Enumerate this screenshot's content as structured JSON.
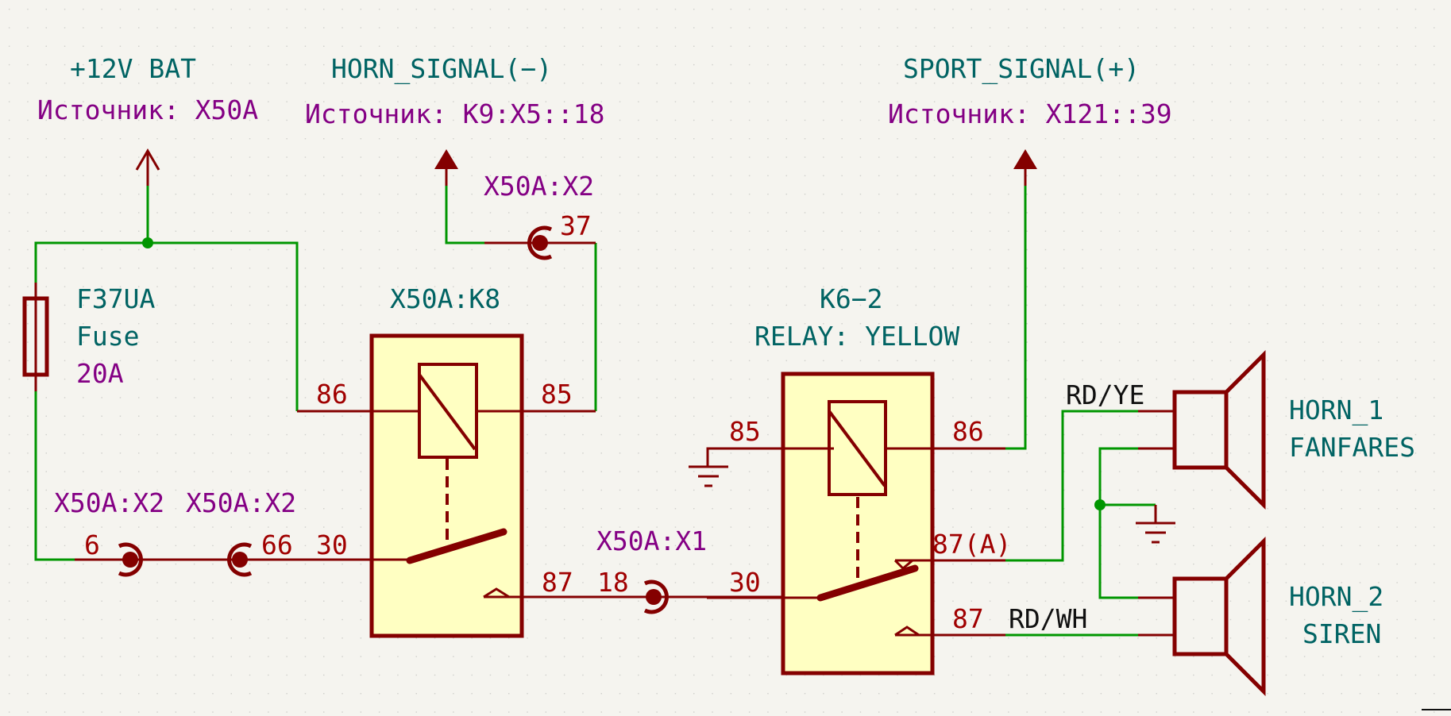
{
  "colors": {
    "background": "#f5f4ef",
    "wire": "#009600",
    "symbol": "#840000",
    "pin_text": "#a00000",
    "reference_text": "#006363",
    "field_text": "#840084",
    "wire_label_text": "#101010",
    "relay_fill": "#ffffc2"
  },
  "power_labels": {
    "bat": {
      "name": "+12V  BAT",
      "source": "Источник: X50A",
      "icon": "power-arrow-open-icon"
    },
    "horn_signal": {
      "name": "HORN_SIGNAL(−)",
      "source": "Источник: K9:X5::18",
      "icon": "power-arrow-filled-icon"
    },
    "sport_signal": {
      "name": "SPORT_SIGNAL(+)",
      "source": "Источник: X121::39",
      "icon": "power-arrow-filled-icon"
    }
  },
  "fuse": {
    "reference": "F37UA",
    "type": "Fuse",
    "value": "20A"
  },
  "connectors": {
    "x2_37": {
      "label": "X50A:X2",
      "pin": "37"
    },
    "x2_6": {
      "label": "X50A:X2",
      "pin": "6"
    },
    "x2_66": {
      "label": "X50A:X2",
      "pin": "66"
    },
    "x1_18": {
      "label": "X50A:X1",
      "pin": "18"
    }
  },
  "relay_k8": {
    "reference": "X50A:K8",
    "pins": {
      "coil_left": "86",
      "coil_right": "85",
      "common": "30",
      "no": "87"
    }
  },
  "relay_k6": {
    "reference": "K6−2",
    "value": "RELAY: YELLOW",
    "pins": {
      "coil_left": "85",
      "coil_right": "86",
      "common": "30",
      "nc": "87(A)",
      "no": "87"
    }
  },
  "wire_labels": {
    "horn1": "RD/YE",
    "horn2": "RD/WH"
  },
  "horns": {
    "horn1": {
      "name": "HORN_1",
      "type": "FANFARES"
    },
    "horn2": {
      "name": "HORN_2",
      "type": "SIREN"
    }
  }
}
